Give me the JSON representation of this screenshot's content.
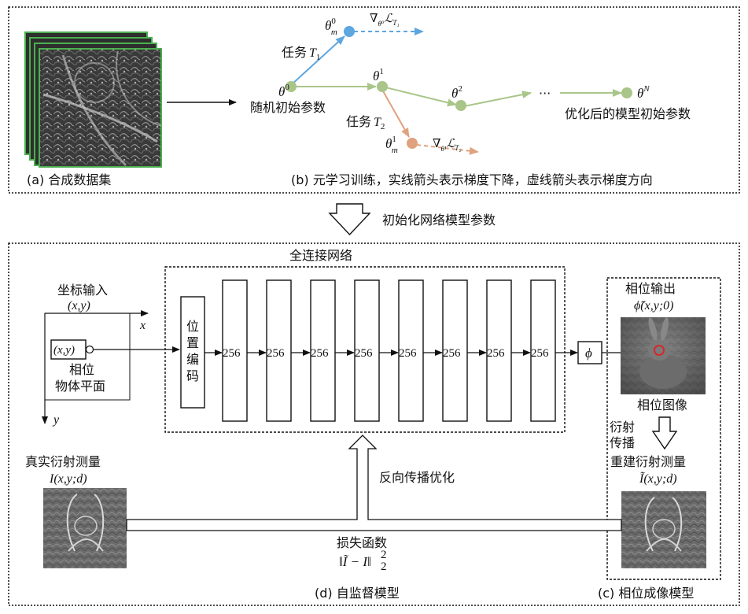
{
  "top": {
    "caption_a": "(a) 合成数据集",
    "caption_b": "(b) 元学习训练，实线箭头表示梯度下降，虚线箭头表示梯度方向",
    "task1": "任务",
    "task2": "任务",
    "random_init": "随机初始参数",
    "optimized_init": "优化后的模型初始参数",
    "ellipsis": "···"
  },
  "middle": {
    "init_label": "初始化网络模型参数"
  },
  "bottom": {
    "fc_title": "全连接网络",
    "coord_input": "坐标输入",
    "coord_xy": "(x,y)",
    "axis_x": "x",
    "axis_y": "y",
    "point_label": "(x,y)",
    "phase": "相位",
    "object_plane": "物体平面",
    "pos_encoding": "位置编码",
    "layer_width": "256",
    "phi_label": "ϕ",
    "phase_output": "相位输出",
    "phase_output_formula": "ϕ̃(x,y;0)",
    "phase_image": "相位图像",
    "diffraction": "衍射",
    "propagation": "传播",
    "real_measure": "真实衍射测量",
    "real_formula": "I(x,y;d)",
    "backprop": "反向传播优化",
    "recon_measure": "重建衍射测量",
    "recon_formula": "Ĩ(x,y;d)",
    "loss": "损失函数",
    "loss_formula": "‖Ĩ − I‖",
    "caption_d": "(d) 自监督模型",
    "caption_c": "(c) 相位成像模型"
  },
  "colors": {
    "green_node": "#a9c58a",
    "blue_node": "#5ea6df",
    "orange_node": "#e0a27e",
    "green_arrow": "#a9c58a",
    "blue_arrow": "#5ea6df",
    "orange_arrow": "#e0a27e"
  }
}
